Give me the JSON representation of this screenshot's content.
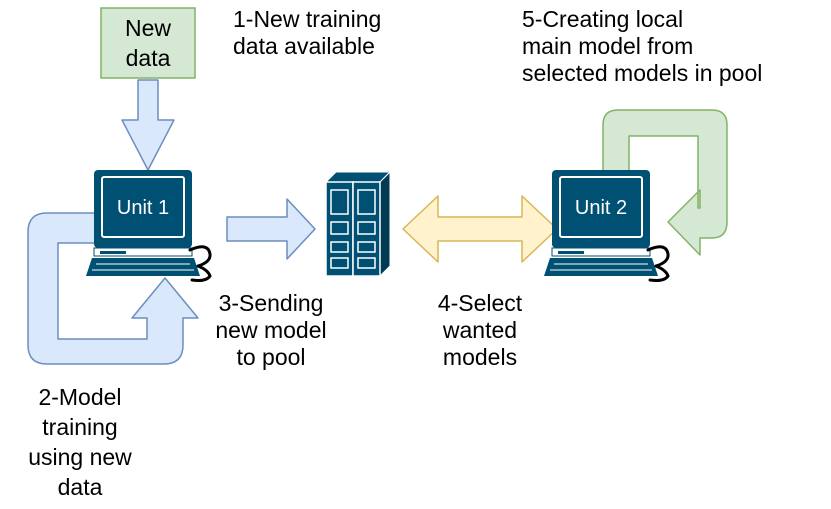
{
  "new_data_box": {
    "line1": "New",
    "line2": "data",
    "fill": "#d5e8d4",
    "stroke": "#82b366"
  },
  "computers": [
    {
      "id": "unit1",
      "label": "Unit 1"
    },
    {
      "id": "unit2",
      "label": "Unit 2"
    }
  ],
  "steps": {
    "step1": "1-New training\ndata available",
    "step2": "2-Model\ntraining\nusing new\ndata",
    "step3": "3-Sending\nnew model\nto pool",
    "step4": "4-Select\nwanted\nmodels",
    "step5": "5-Creating local\nmain model from\nselected models in pool"
  },
  "colors": {
    "blue_arrow_fill": "#dae8fc",
    "blue_arrow_stroke": "#6c8ebf",
    "yellow_arrow_fill": "#fff2cc",
    "yellow_arrow_stroke": "#d6b656",
    "green_arrow_fill": "#d5e8d4",
    "green_arrow_stroke": "#82b366",
    "device_color": "#005073"
  },
  "icons": [
    "computer-icon",
    "server-pool-icon"
  ]
}
